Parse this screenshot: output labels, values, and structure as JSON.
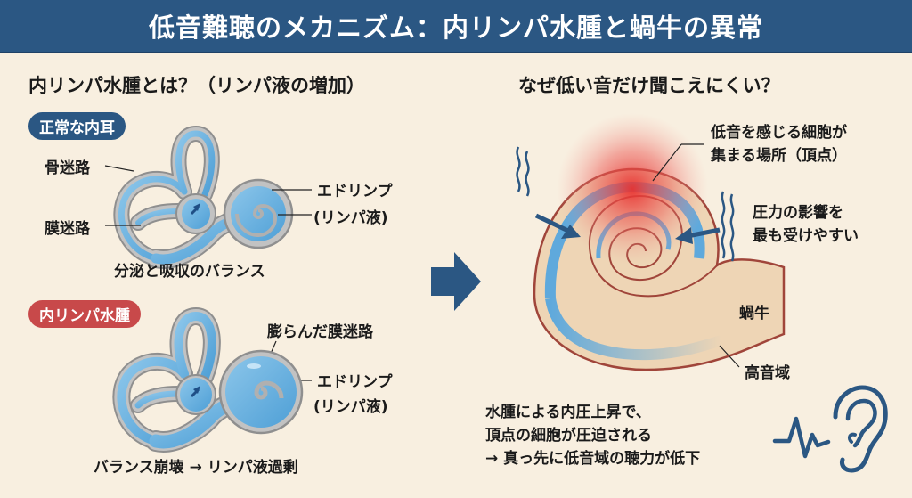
{
  "header": {
    "title": "低音難聴のメカニズム：内リンパ水腫と蝸牛の異常"
  },
  "left": {
    "title": "内リンパ水腫とは？（リンパ液の増加）",
    "normal": {
      "badge": "正常な内耳",
      "label_bony": "骨迷路",
      "label_membranous": "膜迷路",
      "label_endolymph_1": "エドリンプ",
      "label_endolymph_2": "(リンパ液)",
      "caption": "分泌と吸収のバランス"
    },
    "hydrops": {
      "badge": "内リンパ水腫",
      "label_swollen": "膨らんだ膜迷路",
      "label_endolymph_1": "エドリンプ",
      "label_endolymph_2": "(リンパ液)",
      "caption": "バランス崩壊 → リンパ液過剰"
    }
  },
  "right": {
    "title": "なぜ低い音だけ聞こえにくい？",
    "label_apex_1": "低音を感じる細胞が",
    "label_apex_2": "集まる場所（頂点）",
    "label_pressure_1": "圧力の影響を",
    "label_pressure_2": "最も受けやすい",
    "label_cochlea": "蝸牛",
    "label_high": "高音域",
    "bottom_1": "水腫による内圧上昇で、",
    "bottom_2": "頂点の細胞が圧迫される",
    "bottom_3": "→ 真っ先に低音域の聴力が低下"
  },
  "icons": {
    "center_arrow": "right-arrow-icon",
    "ear": "ear-sound-wave-icon"
  },
  "colors": {
    "header_bg": "#2b5783",
    "background": "#f8efe0",
    "badge_red": "#c8494a",
    "fluid_blue": "#5fa9dc",
    "bone_gray": "#b9b9b9",
    "cochlea_tan": "#eed5b5",
    "cochlea_outline": "#a0453a",
    "heat_red": "#e8302e"
  }
}
